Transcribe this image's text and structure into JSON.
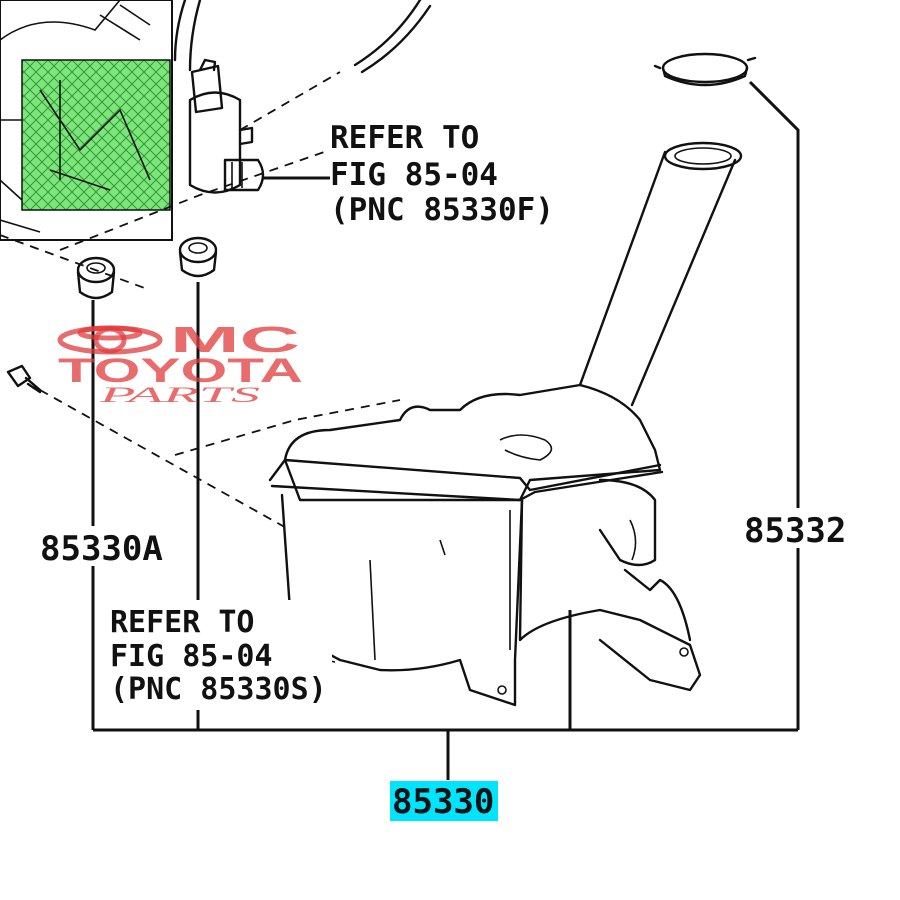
{
  "labels": {
    "ref_top_line1": "REFER TO",
    "ref_top_line2": "FIG 85-04",
    "ref_top_line3": "(PNC 85330F)",
    "ref_bottom_line1": "REFER TO",
    "ref_bottom_line2": "FIG 85-04",
    "ref_bottom_line3": "(PNC 85330S)",
    "part_85330A": "85330A",
    "part_85332": "85332",
    "part_85330": "85330"
  },
  "watermark": {
    "line1": "MC",
    "line2": "TOYOTA",
    "line3": "PARTS"
  },
  "colors": {
    "highlight": "#00e5ff",
    "inset_fill": "#6fe36f",
    "watermark": "#e23b3b",
    "line": "#111111"
  }
}
